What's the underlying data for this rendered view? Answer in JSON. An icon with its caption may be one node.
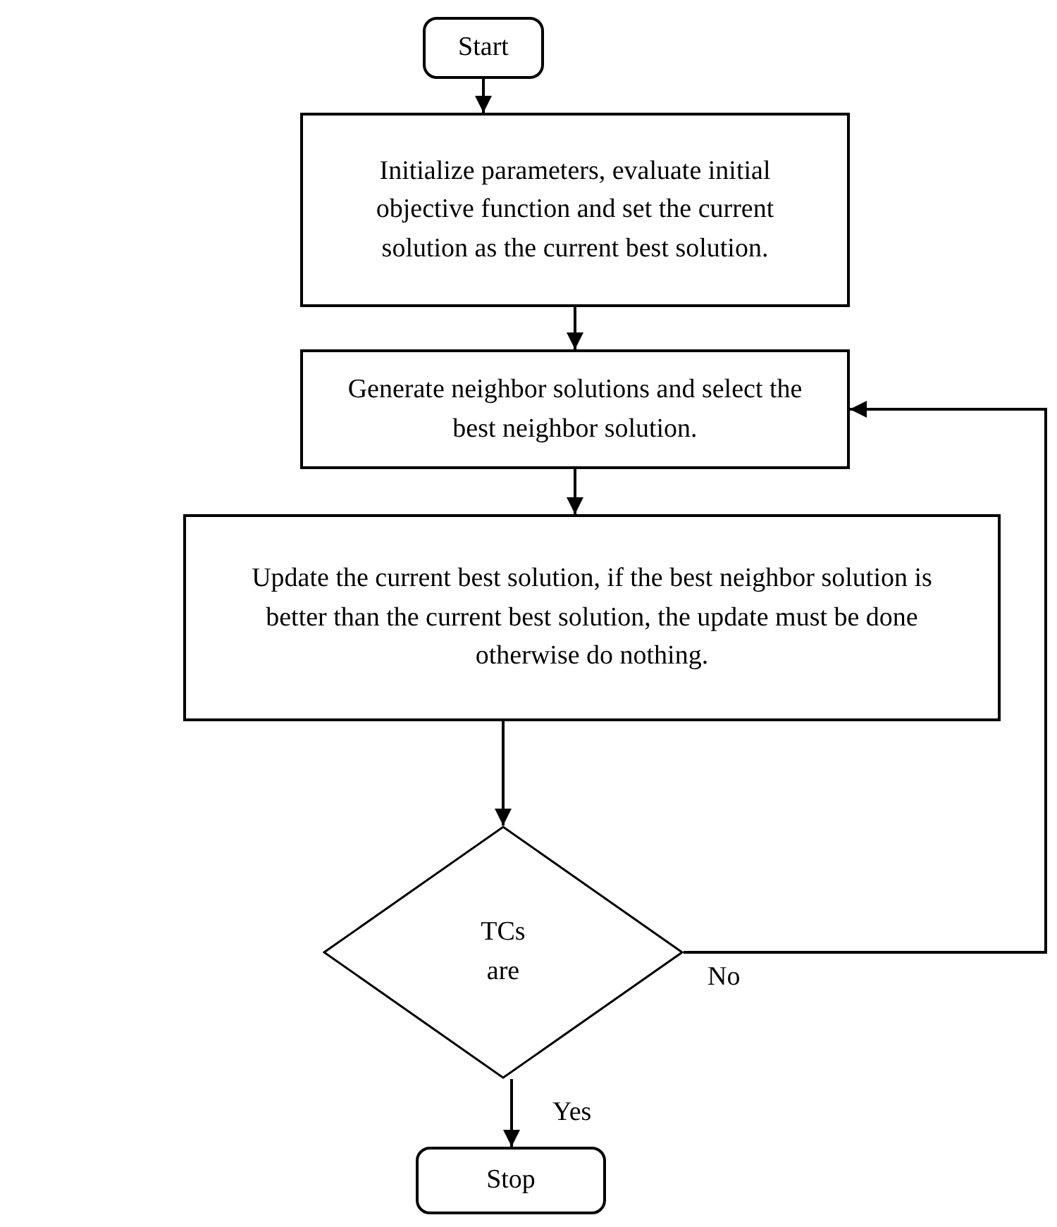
{
  "diagram": {
    "nodes": [
      {
        "text": [
          "Start"
        ]
      },
      {
        "text": [
          "Initialize parameters, evaluate initial objective function and set the current solution as the current best solution."
        ]
      },
      {
        "text": [
          "Generate neighbor solutions and select the best neighbor solution."
        ]
      },
      {
        "text": [
          "Update the current best solution, if the best neighbor solution is better than the current best solution, the update must be done otherwise do nothing."
        ]
      },
      {
        "text": [
          "TCs are"
        ]
      },
      {
        "text": [
          "Stop"
        ]
      }
    ],
    "edges": [
      {
        "from": 0,
        "to": 1,
        "arrow": "to"
      },
      {
        "from": 1,
        "to": 2,
        "arrow": "to"
      },
      {
        "from": 2,
        "to": 3,
        "arrow": "to"
      },
      {
        "from": 3,
        "to": 4,
        "arrow": "to"
      },
      {
        "from": 4,
        "to": 5,
        "arrow": "to",
        "label": "Yes"
      },
      {
        "from": 4,
        "to": 2,
        "arrow": "to",
        "label": "No"
      }
    ]
  }
}
